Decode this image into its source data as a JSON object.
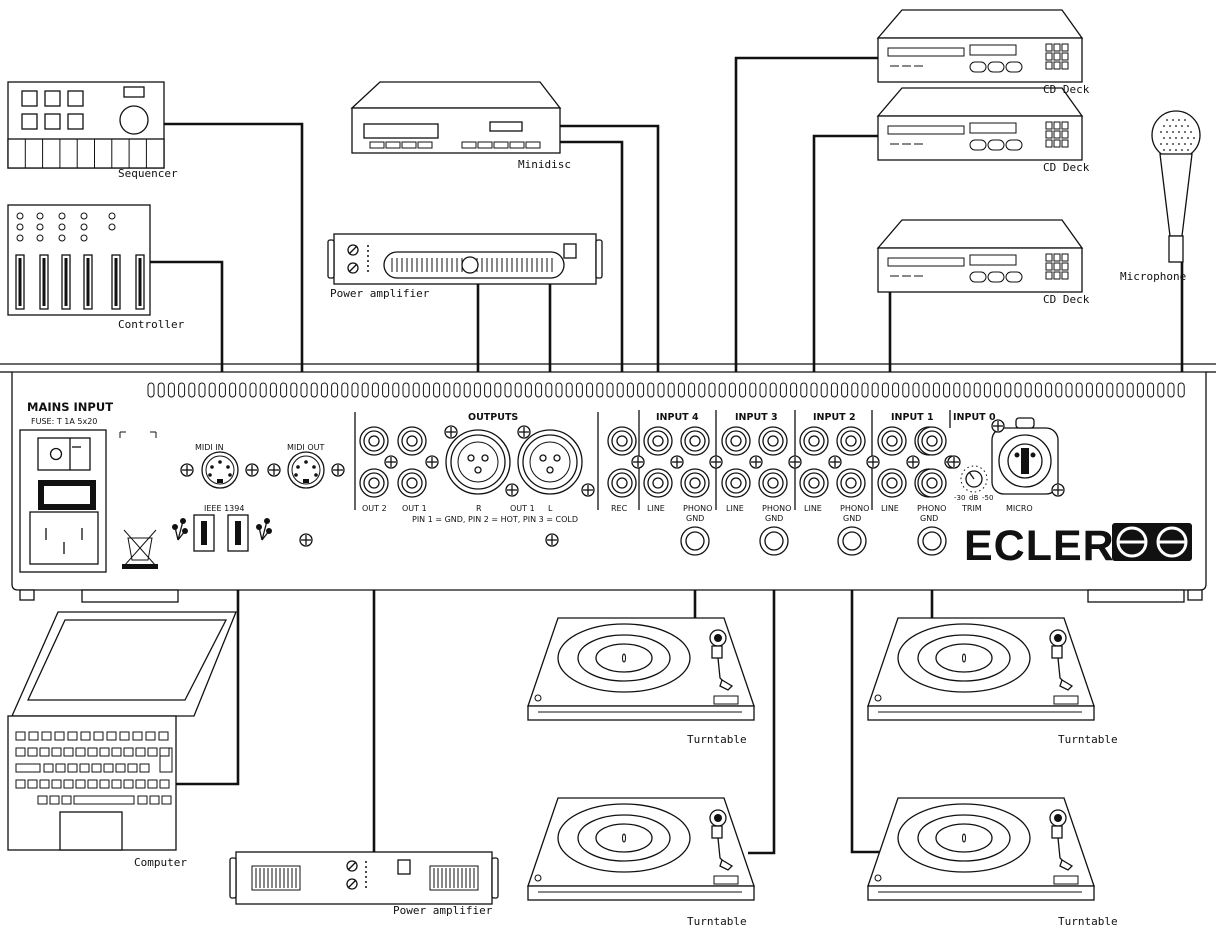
{
  "devices": {
    "sequencer": "Sequencer",
    "controller": "Controller",
    "minidisc": "Minidisc",
    "power_amp_top": "Power amplifier",
    "power_amp_bottom": "Power amplifier",
    "computer": "Computer",
    "microphone": "Microphone",
    "cd_deck_1": "CD Deck",
    "cd_deck_2": "CD Deck",
    "cd_deck_3": "CD Deck",
    "turntable_1": "Turntable",
    "turntable_2": "Turntable",
    "turntable_3": "Turntable",
    "turntable_4": "Turntable"
  },
  "panel": {
    "mains_input": "MAINS INPUT",
    "fuse": "FUSE: T 1A 5x20",
    "midi_in": "MIDI IN",
    "midi_out": "MIDI OUT",
    "ieee": "IEEE 1394",
    "outputs": "OUTPUTS",
    "out2": "OUT 2",
    "out1_rca": "OUT 1",
    "r": "R",
    "out1_xlr": "OUT 1",
    "l": "L",
    "pin_info": "PIN 1 = GND, PIN 2 = HOT, PIN 3 = COLD",
    "rec": "REC",
    "input4": "INPUT 4",
    "input3": "INPUT 3",
    "input2": "INPUT 2",
    "input1": "INPUT 1",
    "input0": "INPUT 0",
    "line4": "LINE",
    "phono4": "PHONO",
    "gnd4": "GND",
    "line3": "LINE",
    "phono3": "PHONO",
    "gnd3": "GND",
    "line2": "LINE",
    "phono2": "PHONO",
    "gnd2": "GND",
    "line1": "LINE",
    "phono1": "PHONO",
    "gnd1": "GND",
    "trim": "TRIM",
    "micro": "MICRO",
    "trim_min": "-30",
    "trim_db": "dB",
    "trim_max": "-50",
    "brand": "ECLER"
  }
}
